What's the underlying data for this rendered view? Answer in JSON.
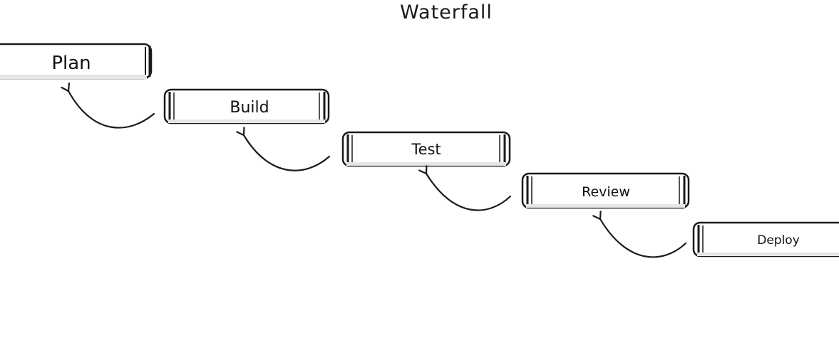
{
  "title": "Waterfall",
  "stages": [
    {
      "label": "Plan"
    },
    {
      "label": "Build"
    },
    {
      "label": "Test"
    },
    {
      "label": "Review"
    },
    {
      "label": "Deploy"
    }
  ],
  "colors": {
    "stroke": "#1a1a1a",
    "box_fill": "#ffffff",
    "shadow": "#d9d9d9"
  }
}
